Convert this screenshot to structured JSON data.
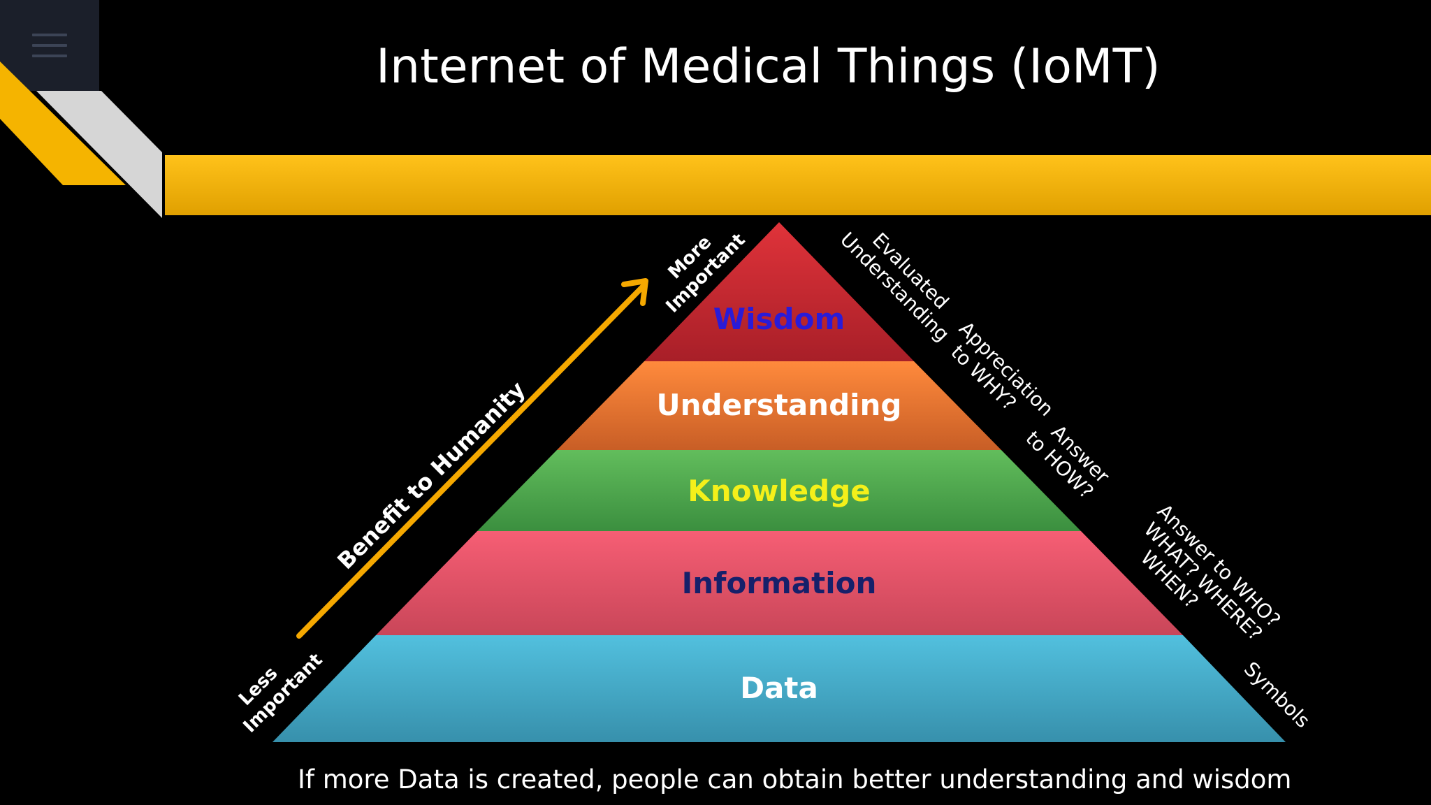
{
  "slide": {
    "title": "Internet of Medical Things (IoMT)",
    "caption": "If more Data is created, people can obtain  better understanding and wisdom"
  },
  "toolbar": {
    "menu_icon": "hamburger-menu-icon"
  },
  "pyramid": {
    "levels": [
      {
        "label": "Wisdom",
        "fill": "#c0272d",
        "text_color": "#2a1bd8"
      },
      {
        "label": "Understanding",
        "fill": "#f0772e",
        "text_color": "#ffffff"
      },
      {
        "label": "Knowledge",
        "fill": "#4fab50",
        "text_color": "#f4f01a"
      },
      {
        "label": "Information",
        "fill": "#e5506a",
        "text_color": "#16206a"
      },
      {
        "label": "Data",
        "fill": "#46b3d2",
        "text_color": "#ffffff"
      }
    ],
    "side_notes": [
      [
        "Evaluated",
        "Understanding"
      ],
      [
        "Appreciation",
        "to WHY?"
      ],
      [
        "Answer",
        "to HOW?"
      ],
      [
        "Answer  to WHO?",
        "WHAT? WHERE?",
        "WHEN?"
      ],
      [
        "Symbols"
      ]
    ]
  },
  "benefit_arrow": {
    "label": "Benefit  to Humanity",
    "top_label": [
      "More",
      "Important"
    ],
    "bottom_label": [
      "Less",
      "Important"
    ]
  },
  "colors": {
    "accent_gold": "#f5b400",
    "silver": "#d6d6d6",
    "background": "#000000"
  }
}
